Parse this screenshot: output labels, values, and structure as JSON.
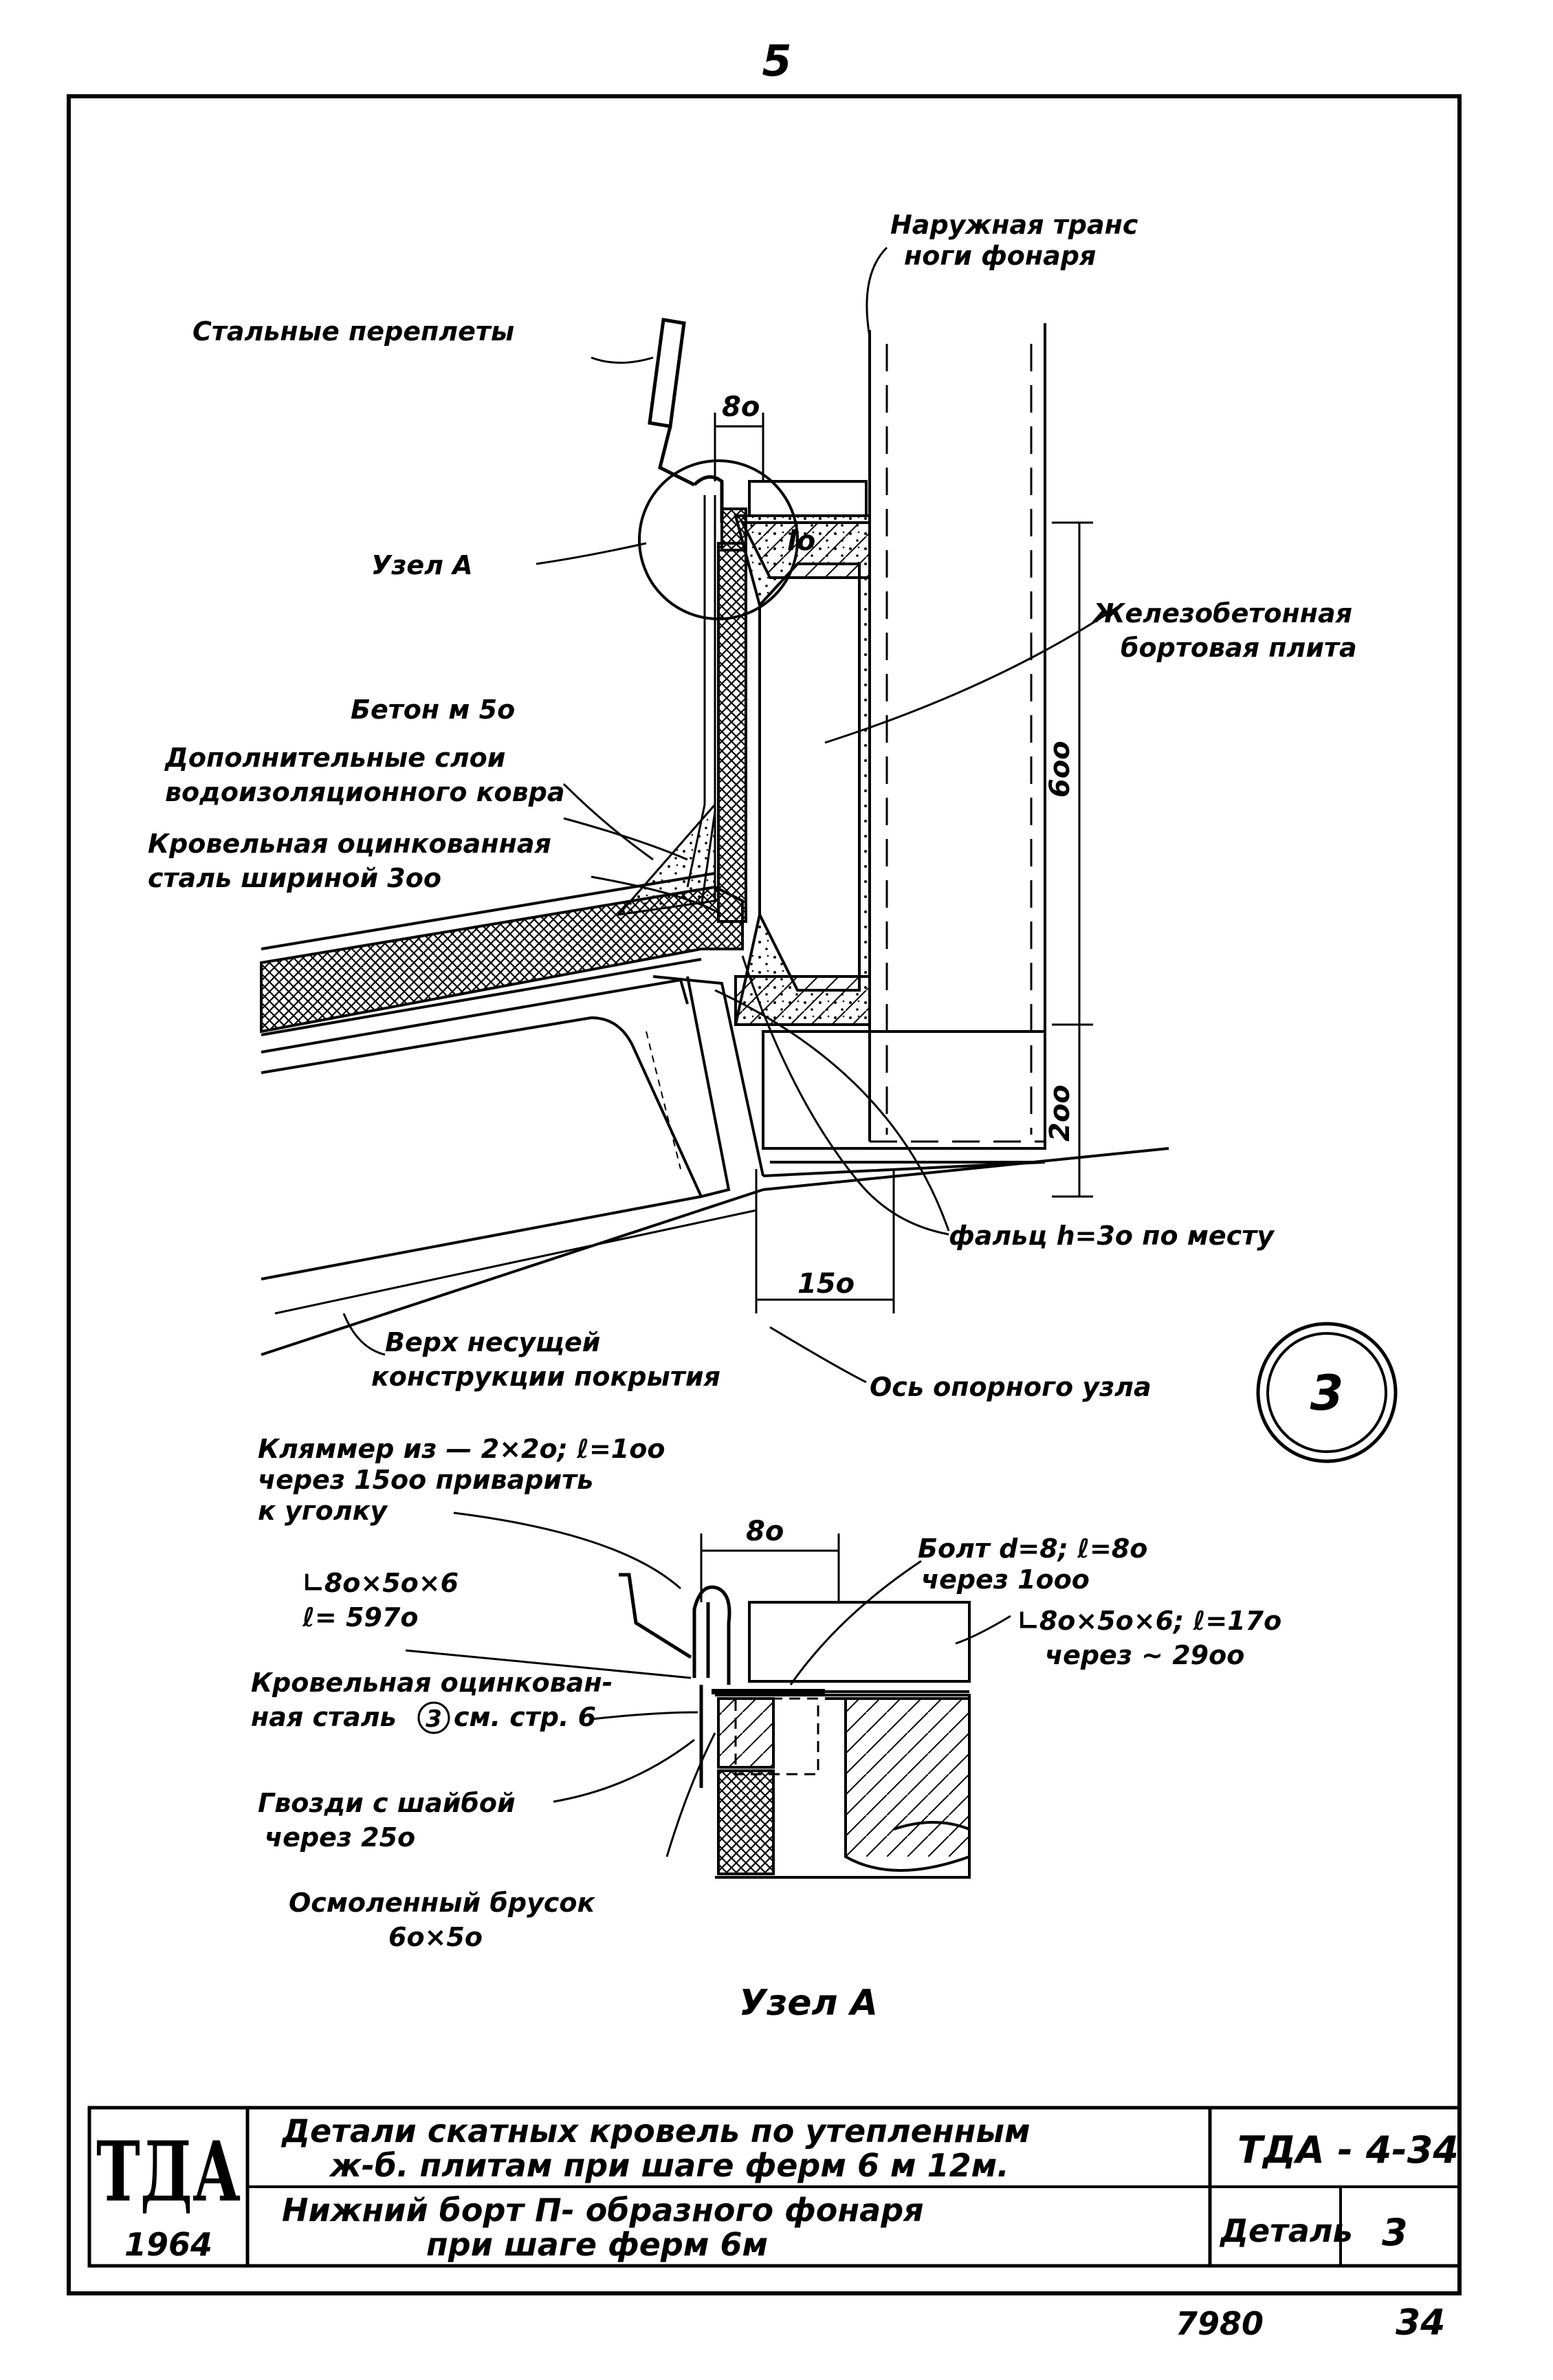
{
  "sheet": {
    "page_number": "5",
    "detail_number": "3"
  },
  "drawing_main": {
    "labels": {
      "outer_truss": [
        "Наружная транс",
        "ноги фонаря"
      ],
      "steel_frames": "Стальные переплеты",
      "node_a_ref": "Узел А",
      "rc_plate": [
        "Железобетонная",
        "бортовая плита"
      ],
      "concrete": "Бетон м 5о",
      "extra_layers": [
        "Дополнительные слои",
        "водоизоляционного ковра"
      ],
      "galv_steel": [
        "Кровельная оцинкованная",
        "сталь шириной 3оо"
      ],
      "folds": "фальц h=3о по месту",
      "carrier_top": [
        "Верх несущей",
        "конструкции покрытия"
      ],
      "support_axis": "Ось опорного узла"
    },
    "dims": {
      "d80": "8о",
      "d600": "6оо",
      "d200": "2оо",
      "d150": "15о",
      "l0": "lо"
    }
  },
  "drawing_node": {
    "title": "Узел А",
    "labels": {
      "clamp": [
        "Кляммер из — 2×2о; ℓ=1оо",
        "через 15оо приварить",
        "к уголку"
      ],
      "angle1": [
        "∟8о×5о×6",
        "ℓ= 597о"
      ],
      "galv_steel": [
        "Кровельная оцинкован-",
        "ная сталь",
        "см. стр. 6"
      ],
      "galv_steel_ref": "3",
      "nails": [
        "Гвозди с шайбой",
        "через 25о"
      ],
      "timber": [
        "Осмоленный брусок",
        "6о×5о"
      ],
      "bolt": [
        "Болт d=8; ℓ=8о",
        "через 1ооо"
      ],
      "angle2": [
        "∟8о×5о×6; ℓ=17о",
        "через ~ 29оо"
      ]
    },
    "dims": {
      "d80": "8о"
    }
  },
  "title_block": {
    "stamp": "ТДА",
    "year": "1964",
    "title_line1": "Детали скатных кровель по утепленным",
    "title_line2": "ж-б. плитам при шаге ферм 6 м 12м.",
    "subtitle_line1": "Нижний борт П- образного фонаря",
    "subtitle_line2": "при шаге ферм 6м",
    "code": "ТДА - 4-34",
    "detail_label": "Деталь",
    "detail_value": "3"
  },
  "footer": {
    "left_number": "7980",
    "right_number": "34"
  },
  "colors": {
    "ink": "#000000",
    "paper": "#ffffff"
  }
}
